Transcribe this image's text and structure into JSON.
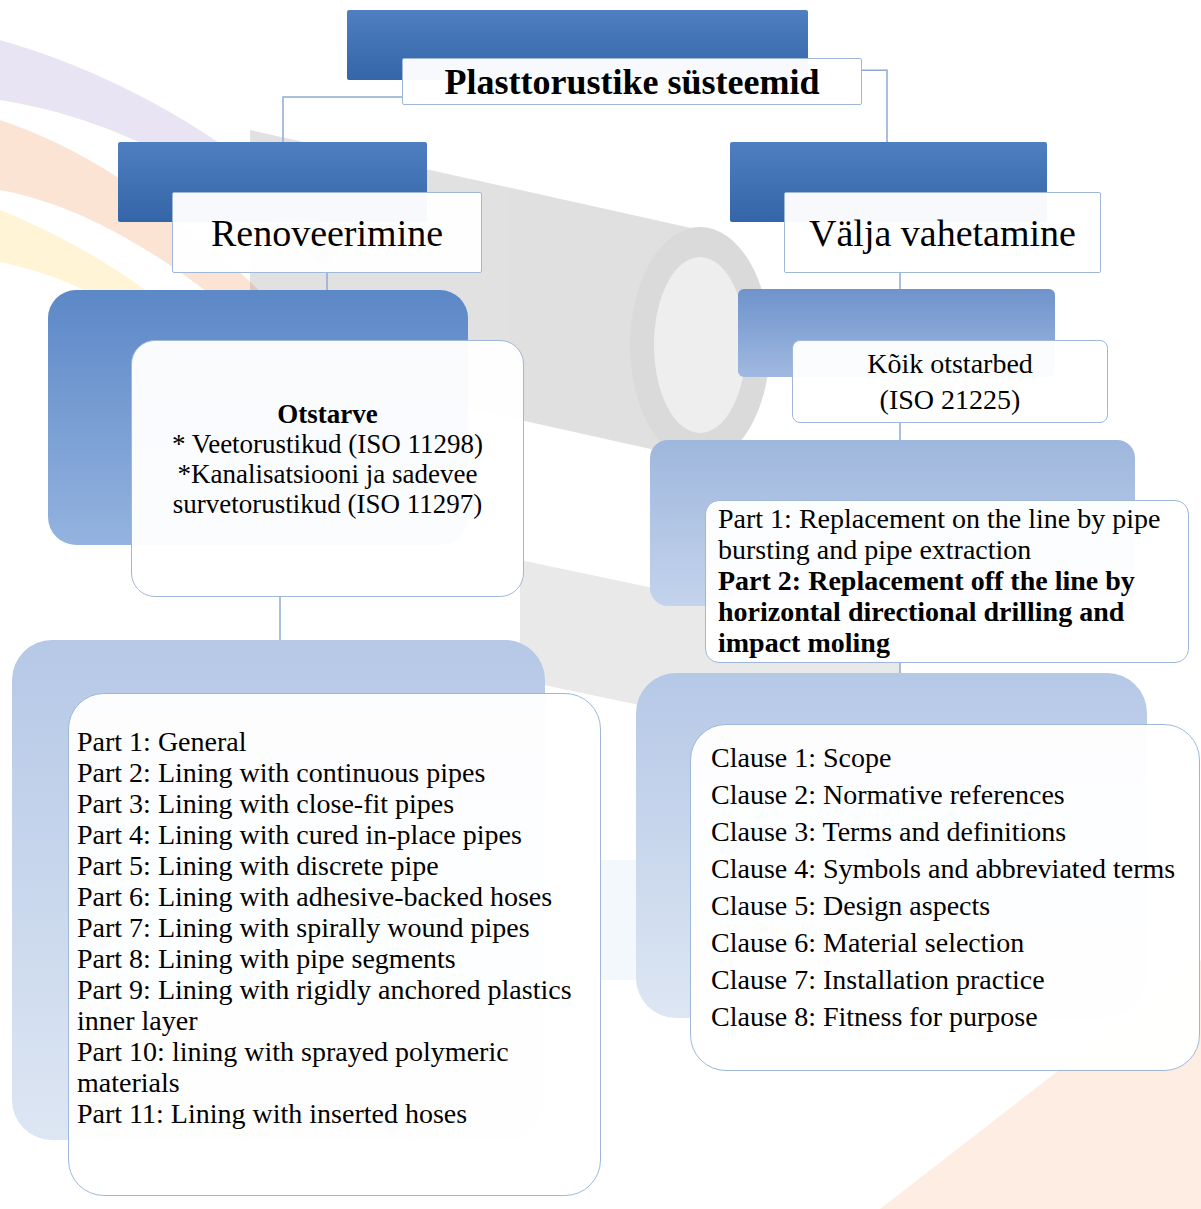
{
  "diagram": {
    "nodes": [
      {
        "text": [
          "Plasttorustike süsteemid"
        ]
      },
      {
        "text": [
          "Renoveerimine"
        ]
      },
      {
        "text": [
          "Välja vahetamine"
        ]
      },
      {
        "text": [
          "Otstarve",
          "* Veetorustikud (ISO 11298)",
          "*Kanalisatsiooni ja sadevee survetorustikud (ISO 11297)"
        ]
      },
      {
        "text": [
          "Kõik otstarbed (ISO 21225)"
        ]
      },
      {
        "text": [
          "Part 1: Replacement on the line by pipe bursting and pipe extraction",
          "Part 2: Replacement off the line by horizontal directional drilling and impact moling"
        ]
      },
      {
        "text": [
          "Part 1: General",
          "Part 2: Lining with continuous pipes",
          "Part 3: Lining with close-fit pipes",
          "Part 4: Lining with cured in-place pipes",
          "Part 5: Lining with discrete pipe",
          "Part 6: Lining with adhesive-backed hoses",
          "Part 7: Lining with spirally wound pipes",
          "Part 8: Lining with pipe segments",
          "Part 9: Lining with rigidly anchored plastics inner layer",
          "Part 10: lining with sprayed polymeric materials",
          "Part 11: Lining with inserted hoses"
        ]
      },
      {
        "text": [
          "Clause 1: Scope",
          "Clause 2: Normative references",
          "Clause 3: Terms and definitions",
          "Clause 4: Symbols and abbreviated terms",
          "Clause 5: Design aspects",
          "Clause 6: Material selection",
          "Clause 7: Installation practice",
          "Clause 8: Fitness for purpose"
        ]
      }
    ],
    "edges": [
      {
        "from": 0,
        "to": 1,
        "arrow": "none"
      },
      {
        "from": 0,
        "to": 2,
        "arrow": "none"
      },
      {
        "from": 1,
        "to": 3,
        "arrow": "none"
      },
      {
        "from": 2,
        "to": 4,
        "arrow": "none"
      },
      {
        "from": 4,
        "to": 5,
        "arrow": "none"
      },
      {
        "from": 3,
        "to": 6,
        "arrow": "none"
      },
      {
        "from": 5,
        "to": 7,
        "arrow": "none"
      }
    ]
  }
}
